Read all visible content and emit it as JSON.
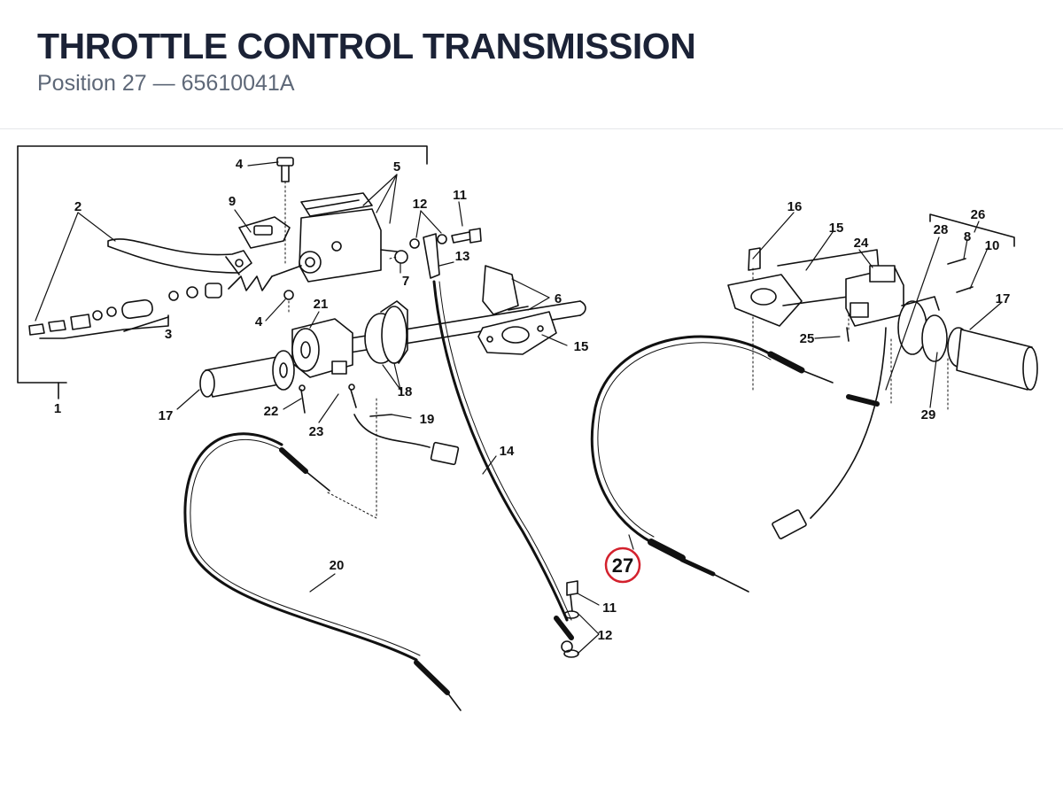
{
  "header": {
    "title": "THROTTLE CONTROL TRANSMISSION",
    "subtitle_position_label": "Position 27",
    "subtitle_separator": "—",
    "subtitle_part_number": "65610041A"
  },
  "highlight": {
    "label": "27",
    "color": "#d3212d"
  },
  "callouts": [
    "1",
    "2",
    "3",
    "4",
    "4",
    "5",
    "6",
    "7",
    "8",
    "9",
    "10",
    "11",
    "11",
    "12",
    "12",
    "13",
    "14",
    "15",
    "15",
    "16",
    "17",
    "17",
    "18",
    "19",
    "20",
    "21",
    "22",
    "23",
    "24",
    "25",
    "26",
    "28",
    "29"
  ],
  "colors": {
    "title": "#1b2236",
    "subtitle": "#5e6878",
    "line": "#111111",
    "divider": "#e4e6ea"
  }
}
